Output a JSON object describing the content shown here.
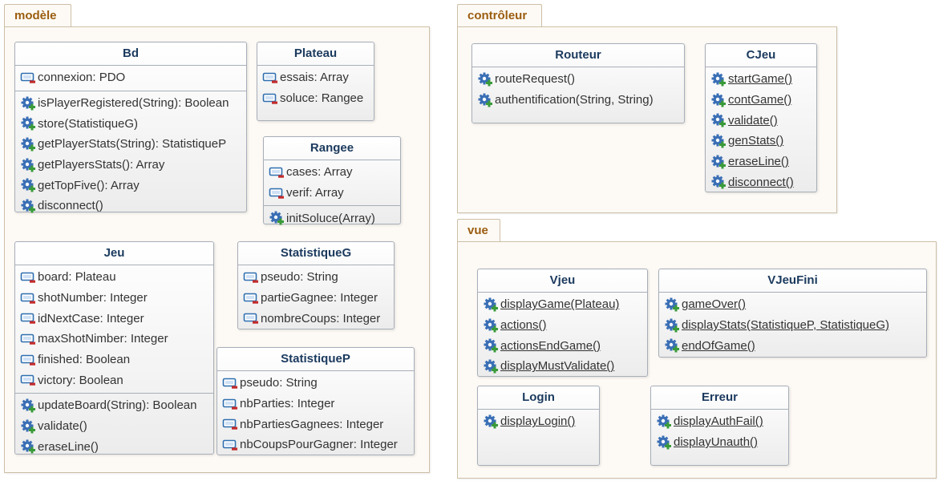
{
  "packages": {
    "modele": {
      "label": "modèle"
    },
    "controleur": {
      "label": "contrôleur"
    },
    "vue": {
      "label": "vue"
    }
  },
  "classes": {
    "bd": {
      "name": "Bd",
      "attributes": [
        "connexion: PDO"
      ],
      "methods": [
        "isPlayerRegistered(String): Boolean",
        "store(StatistiqueG)",
        "getPlayerStats(String): StatistiqueP",
        "getPlayersStats(): Array",
        "getTopFive(): Array",
        "disconnect()"
      ]
    },
    "plateau": {
      "name": "Plateau",
      "attributes": [
        "essais: Array",
        "soluce: Rangee"
      ],
      "methods": []
    },
    "rangee": {
      "name": "Rangee",
      "attributes": [
        "cases: Array",
        "verif: Array"
      ],
      "methods": [
        "initSoluce(Array)"
      ]
    },
    "jeu": {
      "name": "Jeu",
      "attributes": [
        "board: Plateau",
        "shotNumber: Integer",
        "idNextCase: Integer",
        "maxShotNimber: Integer",
        "finished: Boolean",
        "victory: Boolean"
      ],
      "methods": [
        "updateBoard(String): Boolean",
        "validate()",
        "eraseLine()"
      ]
    },
    "statistiqueg": {
      "name": "StatistiqueG",
      "attributes": [
        "pseudo: String",
        "partieGagnee: Integer",
        "nombreCoups: Integer"
      ],
      "methods": []
    },
    "statistiquep": {
      "name": "StatistiqueP",
      "attributes": [
        "pseudo: String",
        "nbParties: Integer",
        "nbPartiesGagnees: Integer",
        "nbCoupsPourGagner: Integer"
      ],
      "methods": []
    },
    "routeur": {
      "name": "Routeur",
      "attributes": [],
      "methods": [
        "routeRequest()",
        "authentification(String, String)"
      ]
    },
    "cjeu": {
      "name": "CJeu",
      "attributes": [],
      "methods": [
        "startGame()",
        "contGame()",
        "validate()",
        "genStats()",
        "eraseLine()",
        "disconnect()"
      ]
    },
    "vjeu": {
      "name": "Vjeu",
      "attributes": [],
      "methods": [
        "displayGame(Plateau)",
        "actions()",
        "actionsEndGame()",
        "displayMustValidate()"
      ]
    },
    "vjeufini": {
      "name": "VJeuFini",
      "attributes": [],
      "methods": [
        "gameOver()",
        "displayStats(StatistiqueP, StatistiqueG)",
        "endOfGame()"
      ]
    },
    "login": {
      "name": "Login",
      "attributes": [],
      "methods": [
        "displayLogin()"
      ]
    },
    "erreur": {
      "name": "Erreur",
      "attributes": [],
      "methods": [
        "displayAuthFail()",
        "displayUnauth()"
      ]
    }
  },
  "colors": {
    "package_fill": "#fdfaf5",
    "package_border": "#cdbfa7",
    "package_label": "#9b5d10",
    "class_name": "#1b3a5e",
    "attribute_icon_border": "#2f6fb0",
    "attribute_icon_minus": "#c42b2b",
    "method_icon_gear": "#3a6fb5",
    "method_icon_plus": "#3a9a3a"
  }
}
